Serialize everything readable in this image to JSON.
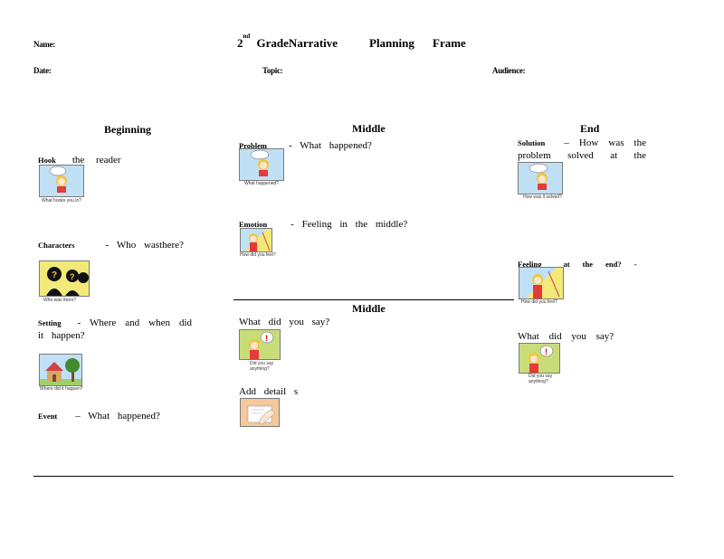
{
  "header": {
    "name_label": "Name:",
    "date_label": "Date:",
    "topic_label": "Topic:",
    "audience_label": "Audience:",
    "title_num": "2",
    "title_sup": "nd",
    "title_grade": "GradeNarrative",
    "title_planning": "Planning",
    "title_frame": "Frame"
  },
  "columns": {
    "beginning": "Beginning",
    "middle": "Middle",
    "end": "End",
    "middle2": "Middle"
  },
  "beginning": {
    "hook_label": "Hook",
    "hook_text": "the reader",
    "hook_caption": "What hooks you in?",
    "characters_label": "Characters",
    "characters_text": "- Who wasthere?",
    "characters_caption": "Who was there?",
    "setting_label": "Setting",
    "setting_text": "- Where and when did it happen?",
    "setting_caption": "Where did it happen?",
    "event_label": "Event",
    "event_text": "– What happened?"
  },
  "middle": {
    "problem_label": "Problem",
    "problem_text": "- What happened?",
    "problem_caption": "What happened?",
    "emotion_label": "Emotion",
    "emotion_text": "- Feeling in the middle?",
    "emotion_caption": "How did you feel?",
    "say_text": "What did you say?",
    "say_caption": "Did you say anything?",
    "details_text": "Add detail s"
  },
  "end": {
    "solution_label": "Solution",
    "solution_text": "– How was the problem solved at the end ?",
    "solution_caption": "How was it solved?",
    "feeling_label": "Feeling",
    "feeling_text": "at the end? -",
    "feeling_caption": "How did you feel?",
    "say_text": "What did you say?",
    "say_caption": "Did you say anything?"
  },
  "colors": {
    "sky": "#bfe0f5",
    "yellow": "#f2e97a",
    "green": "#c9dc7a",
    "peach": "#f6c99a",
    "tree": "#3f8a2e",
    "hair": "#f0c640"
  }
}
